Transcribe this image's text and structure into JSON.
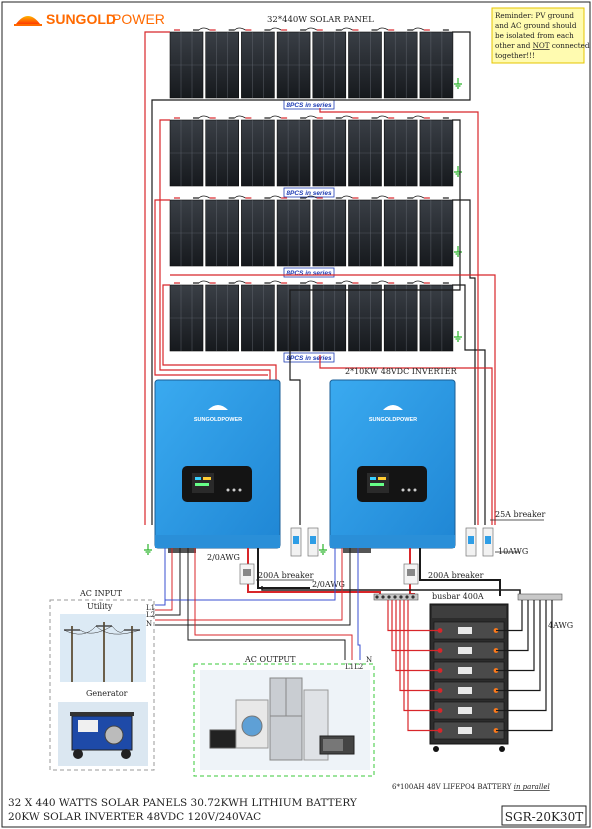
{
  "brand": {
    "logo_text_bold": "SUNGOLD",
    "logo_text_light": "POWER",
    "device_logo": "SUNGOLDPOWER"
  },
  "solar": {
    "title": "32*440W SOLAR PANEL",
    "rows": [
      {
        "series_label": "8PCS in series",
        "panel_count": 8
      },
      {
        "series_label": "8PCS in series",
        "panel_count": 8
      },
      {
        "series_label": "8PCS in series",
        "panel_count": 8
      },
      {
        "series_label": "8PCS in series",
        "panel_count": 8
      }
    ]
  },
  "reminder": {
    "line1": "Reminder: PV ground",
    "line2": "and AC ground should",
    "line3": "be isolated from each",
    "line4_pre": "other and ",
    "line4_u": "NOT",
    "line4_post": " connected",
    "line5": "together!!!"
  },
  "inverter": {
    "title": "2*10KW 48VDC INVERTER"
  },
  "labels": {
    "breaker_25a": "25A breaker",
    "awg10": "10AWG",
    "awg2_left": "2/0AWG",
    "awg2_mid": "2/0AWG",
    "breaker_200a_1": "200A breaker",
    "breaker_200a_2": "200A breaker",
    "busbar": "busbar 400A",
    "awg4": "4AWG"
  },
  "ac_input": {
    "title": "AC INPUT",
    "utility": "Utility",
    "generator": "Generator",
    "l1": "L1",
    "l2": "L2",
    "n": "N"
  },
  "ac_output": {
    "title": "AC OUTPUT",
    "l1l2": "L1L2",
    "n": "N"
  },
  "battery": {
    "caption_pre": "6*100AH 48V LIFEPO4 BATTERY ",
    "caption_u": "in parallel",
    "count": 6
  },
  "footer": {
    "line1": "32 X 440 WATTS SOLAR PANELS 30.72KWH LITHIUM BATTERY",
    "line2": "20KW SOLAR INVERTER 48VDC 120V/240VAC",
    "model": "SGR-20K30T"
  },
  "colors": {
    "inverter_blue": "#2f9ee6",
    "wire_red": "#d8262a",
    "wire_black": "#1a1a1a",
    "wire_blue": "#3a4fd0",
    "ground_green": "#2bb52b",
    "reminder_bg": "#fffbb0",
    "reminder_border": "#e5c400",
    "dash_gray": "#9a9a9a",
    "dash_green": "#38c838",
    "logo_orange": "#ff6a00"
  }
}
